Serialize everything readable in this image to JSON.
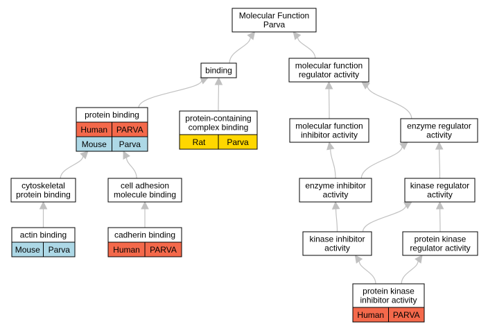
{
  "colors": {
    "human": "#f4694b",
    "mouse": "#add8e6",
    "rat": "#ffd700",
    "edge": "#c0c0c0"
  },
  "nodes": [
    {
      "id": "root",
      "lines": [
        "Molecular Function",
        "Parva"
      ],
      "cells": []
    },
    {
      "id": "binding",
      "lines": [
        "binding"
      ],
      "cells": []
    },
    {
      "id": "mfra",
      "lines": [
        "molecular function",
        "regulator activity"
      ],
      "cells": []
    },
    {
      "id": "protein_binding",
      "lines": [
        "protein binding"
      ],
      "cells": [
        {
          "species": "Human",
          "gene": "PARVA",
          "color": "human"
        },
        {
          "species": "Mouse",
          "gene": "Parva",
          "color": "mouse"
        }
      ]
    },
    {
      "id": "pccb",
      "lines": [
        "protein-containing",
        "complex binding"
      ],
      "cells": [
        {
          "species": "Rat",
          "gene": "Parva",
          "color": "rat"
        }
      ]
    },
    {
      "id": "mfia",
      "lines": [
        "molecular function",
        "inhibitor activity"
      ],
      "cells": []
    },
    {
      "id": "era",
      "lines": [
        "enzyme regulator",
        "activity"
      ],
      "cells": []
    },
    {
      "id": "cpb",
      "lines": [
        "cytoskeletal",
        "protein binding"
      ],
      "cells": []
    },
    {
      "id": "camb",
      "lines": [
        "cell adhesion",
        "molecule binding"
      ],
      "cells": []
    },
    {
      "id": "eia",
      "lines": [
        "enzyme inhibitor",
        "activity"
      ],
      "cells": []
    },
    {
      "id": "kra",
      "lines": [
        "kinase regulator",
        "activity"
      ],
      "cells": []
    },
    {
      "id": "actin",
      "lines": [
        "actin binding"
      ],
      "cells": [
        {
          "species": "Mouse",
          "gene": "Parva",
          "color": "mouse"
        }
      ]
    },
    {
      "id": "cadherin",
      "lines": [
        "cadherin binding"
      ],
      "cells": [
        {
          "species": "Human",
          "gene": "PARVA",
          "color": "human"
        }
      ]
    },
    {
      "id": "kia",
      "lines": [
        "kinase inhibitor",
        "activity"
      ],
      "cells": []
    },
    {
      "id": "pkra",
      "lines": [
        "protein kinase",
        "regulator activity"
      ],
      "cells": []
    },
    {
      "id": "pkia",
      "lines": [
        "protein kinase",
        "inhibitor activity"
      ],
      "cells": [
        {
          "species": "Human",
          "gene": "PARVA",
          "color": "human"
        }
      ]
    }
  ],
  "edges": [
    {
      "from": "binding",
      "to": "root"
    },
    {
      "from": "mfra",
      "to": "root"
    },
    {
      "from": "protein_binding",
      "to": "binding"
    },
    {
      "from": "pccb",
      "to": "binding"
    },
    {
      "from": "mfia",
      "to": "mfra"
    },
    {
      "from": "era",
      "to": "mfra"
    },
    {
      "from": "cpb",
      "to": "protein_binding"
    },
    {
      "from": "camb",
      "to": "protein_binding"
    },
    {
      "from": "eia",
      "to": "mfia"
    },
    {
      "from": "eia",
      "to": "era"
    },
    {
      "from": "kra",
      "to": "era"
    },
    {
      "from": "actin",
      "to": "cpb"
    },
    {
      "from": "cadherin",
      "to": "camb"
    },
    {
      "from": "kia",
      "to": "eia"
    },
    {
      "from": "kia",
      "to": "kra"
    },
    {
      "from": "pkra",
      "to": "kra"
    },
    {
      "from": "pkia",
      "to": "kia"
    },
    {
      "from": "pkia",
      "to": "pkra"
    }
  ]
}
